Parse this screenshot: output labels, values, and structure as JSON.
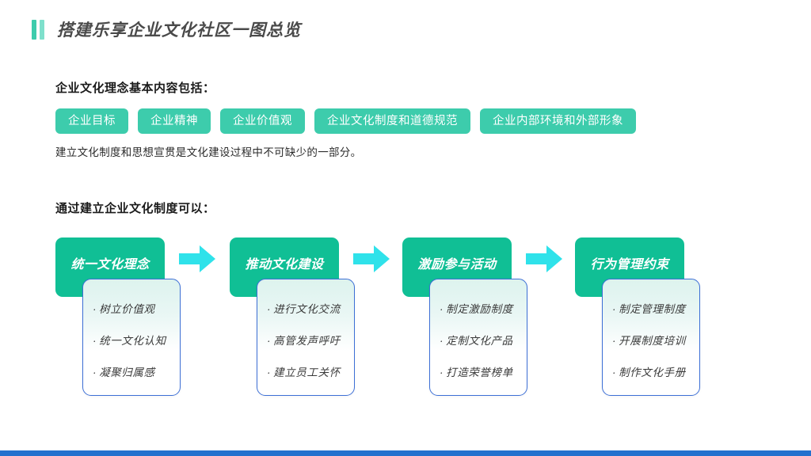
{
  "page": {
    "title": "搭建乐享企业文化社区一图总览",
    "accent_teal": "#3DCCAC",
    "accent_teal_light": "#7FE0CC",
    "accent_green": "#10BF95",
    "accent_cyan": "#2FE2EA",
    "accent_blue": "#3C6FD6",
    "bottom_bar_color": "#2371CE"
  },
  "section_one": {
    "heading": "企业文化理念基本内容包括：",
    "pills": [
      {
        "label": "企业目标"
      },
      {
        "label": "企业精神"
      },
      {
        "label": "企业价值观"
      },
      {
        "label": "企业文化制度和道德规范"
      },
      {
        "label": "企业内部环境和外部形象"
      }
    ],
    "note": "建立文化制度和思想宣贯是文化建设过程中不可缺少的一部分。"
  },
  "section_two": {
    "heading": "通过建立企业文化制度可以：",
    "steps": [
      {
        "title": "统一文化理念",
        "items": [
          "树立价值观",
          "统一文化认知",
          "凝聚归属感"
        ]
      },
      {
        "title": "推动文化建设",
        "items": [
          "进行文化交流",
          "高管发声呼吁",
          "建立员工关怀"
        ]
      },
      {
        "title": "激励参与活动",
        "items": [
          "制定激励制度",
          "定制文化产品",
          "打造荣誉榜单"
        ]
      },
      {
        "title": "行为管理约束",
        "items": [
          "制定管理制度",
          "开展制度培训",
          "制作文化手册"
        ]
      }
    ],
    "bullet": "·"
  }
}
